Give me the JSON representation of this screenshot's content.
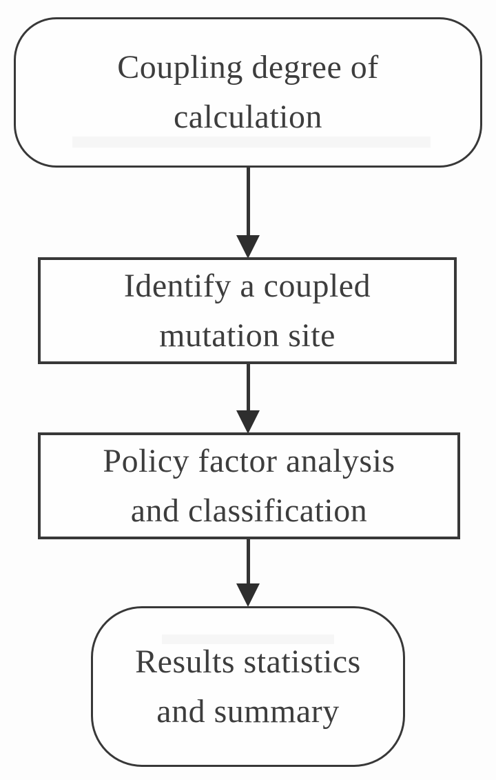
{
  "diagram": {
    "type": "flowchart",
    "orientation": "top-down",
    "background_color": "#fdfdfd",
    "border_color": "#383838",
    "text_color": "#3d3d3d",
    "arrow_color": "#2e2e2e",
    "nodes": [
      {
        "id": "start",
        "shape": "terminator",
        "label": "Coupling degree of\ncalculation"
      },
      {
        "id": "identify",
        "shape": "process",
        "label": "Identify a coupled\nmutation site"
      },
      {
        "id": "policy",
        "shape": "process",
        "label": "Policy factor analysis\nand classification"
      },
      {
        "id": "results",
        "shape": "terminator",
        "label": "Results statistics\nand summary"
      }
    ],
    "edges": [
      {
        "from": "start",
        "to": "identify",
        "direction": "down",
        "label": ""
      },
      {
        "from": "identify",
        "to": "policy",
        "direction": "down",
        "label": ""
      },
      {
        "from": "policy",
        "to": "results",
        "direction": "down",
        "label": ""
      }
    ]
  }
}
